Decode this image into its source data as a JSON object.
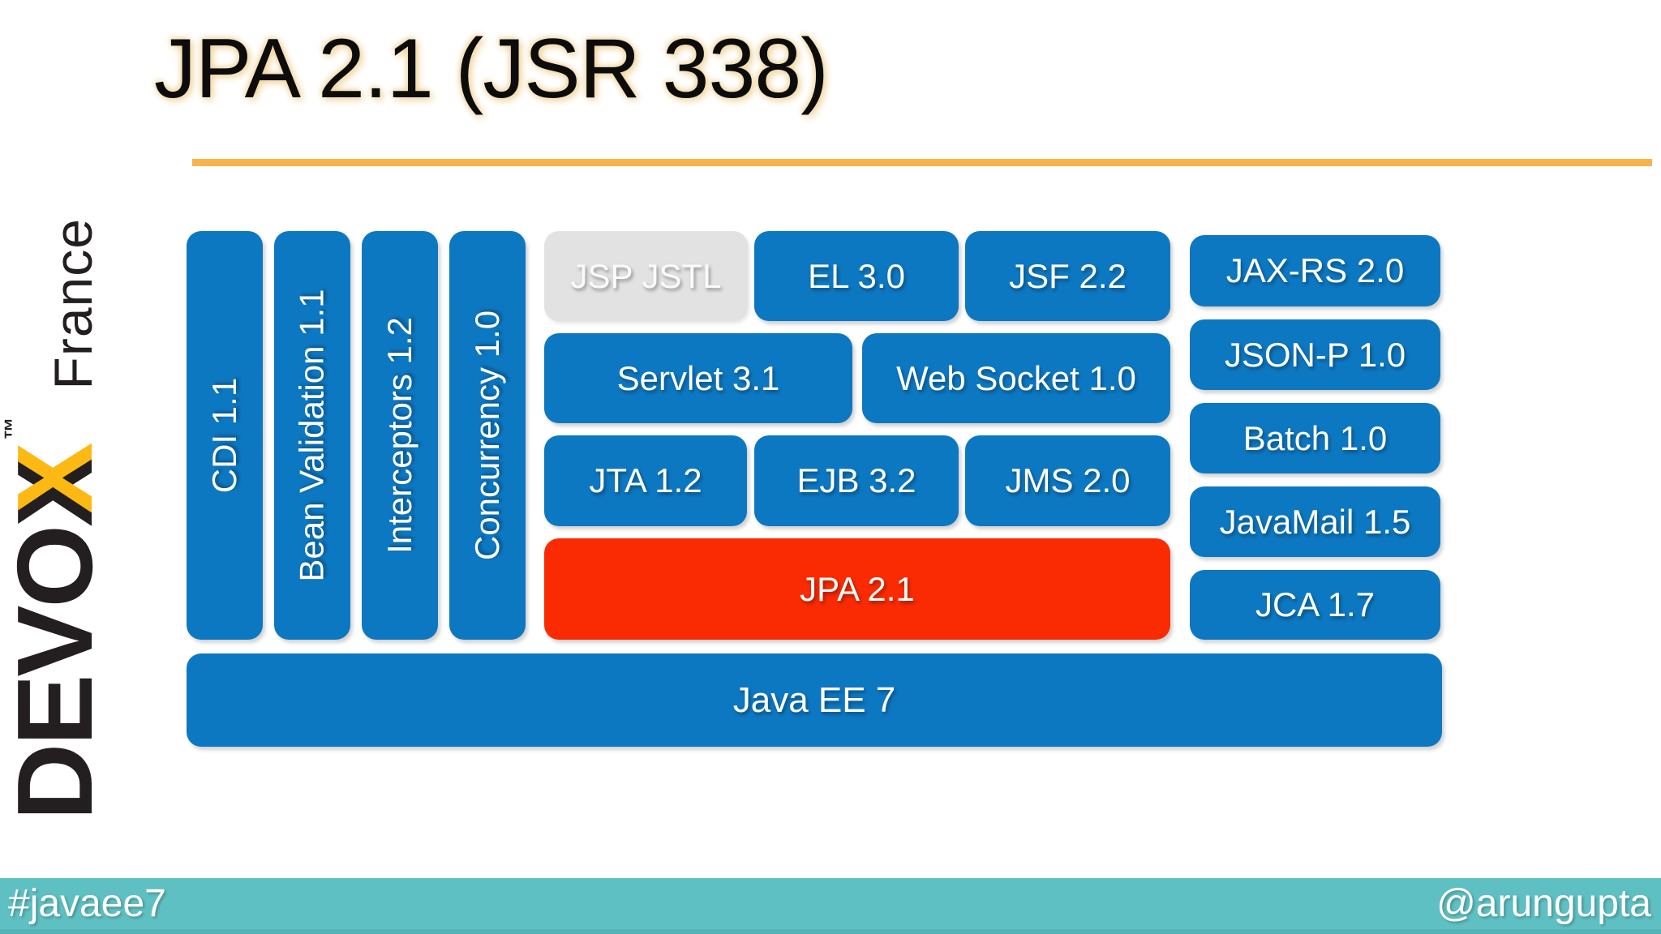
{
  "slide": {
    "title": "JPA 2.1 (JSR 338)",
    "logo": {
      "brand_prefix": "DEVO",
      "brand_x_black": "X",
      "brand_x_yellow": "X",
      "trademark": "™",
      "region": "France"
    },
    "footer": {
      "hashtag": "#javaee7",
      "handle": "@arungupta"
    }
  },
  "diagram": {
    "columns": [
      "CDI 1.1",
      "Bean Validation 1.1",
      "Interceptors 1.2",
      "Concurrency 1.0"
    ],
    "row1": [
      "JSP JSTL",
      "EL 3.0",
      "JSF 2.2"
    ],
    "row2": [
      "Servlet 3.1",
      "Web Socket 1.0"
    ],
    "row3": [
      "JTA 1.2",
      "EJB 3.2",
      "JMS 2.0"
    ],
    "highlight": "JPA 2.1",
    "right_column": [
      "JAX-RS 2.0",
      "JSON-P 1.0",
      "Batch 1.0",
      "JavaMail 1.5",
      "JCA 1.7"
    ],
    "base": "Java EE 7"
  },
  "colors": {
    "block_blue": "#0d78c2",
    "highlight_red": "#fa2b02",
    "deprecated_gray": "#e2e2e2",
    "accent_line_amber": "#f8b448",
    "footer_teal": "#5fc0c3",
    "logo_yellow": "#fdb913",
    "logo_black": "#231f20"
  }
}
